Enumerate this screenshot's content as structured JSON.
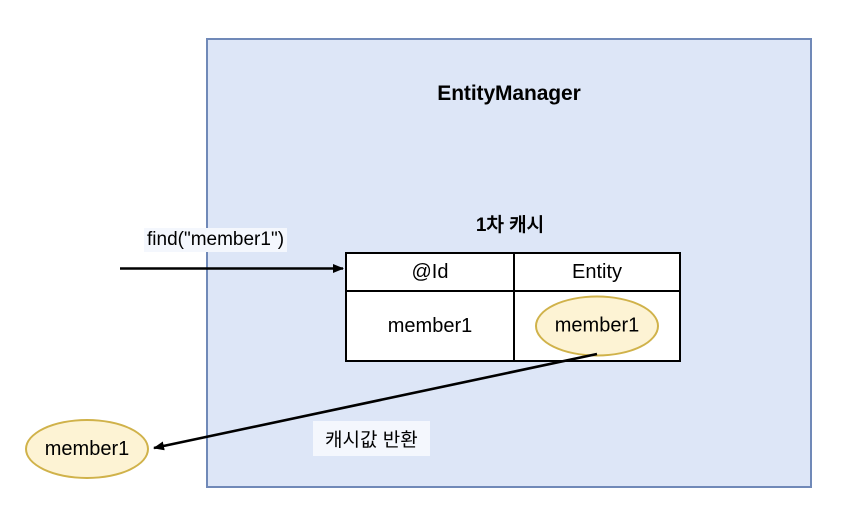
{
  "diagram": {
    "title": "EntityManager",
    "panel": {
      "label": "EntityManager",
      "fill_color": "#dde6f7",
      "border_color": "#7089b8"
    },
    "cache": {
      "title": "1차 캐시",
      "columns": [
        "@Id",
        "Entity"
      ],
      "rows": [
        {
          "id": "member1",
          "entity": "member1"
        }
      ]
    },
    "arrows": [
      {
        "name": "find-request-arrow",
        "label": "find(\"member1\")",
        "direction": "right",
        "from": "caller",
        "to": "1차 캐시"
      },
      {
        "name": "cache-return-arrow",
        "label": "캐시값 반환",
        "direction": "down-left",
        "from": "Entity",
        "to": "member1"
      }
    ],
    "returned_entity": {
      "label": "member1",
      "fill_color": "#fdf3d4",
      "border_color": "#d0b24a"
    }
  }
}
